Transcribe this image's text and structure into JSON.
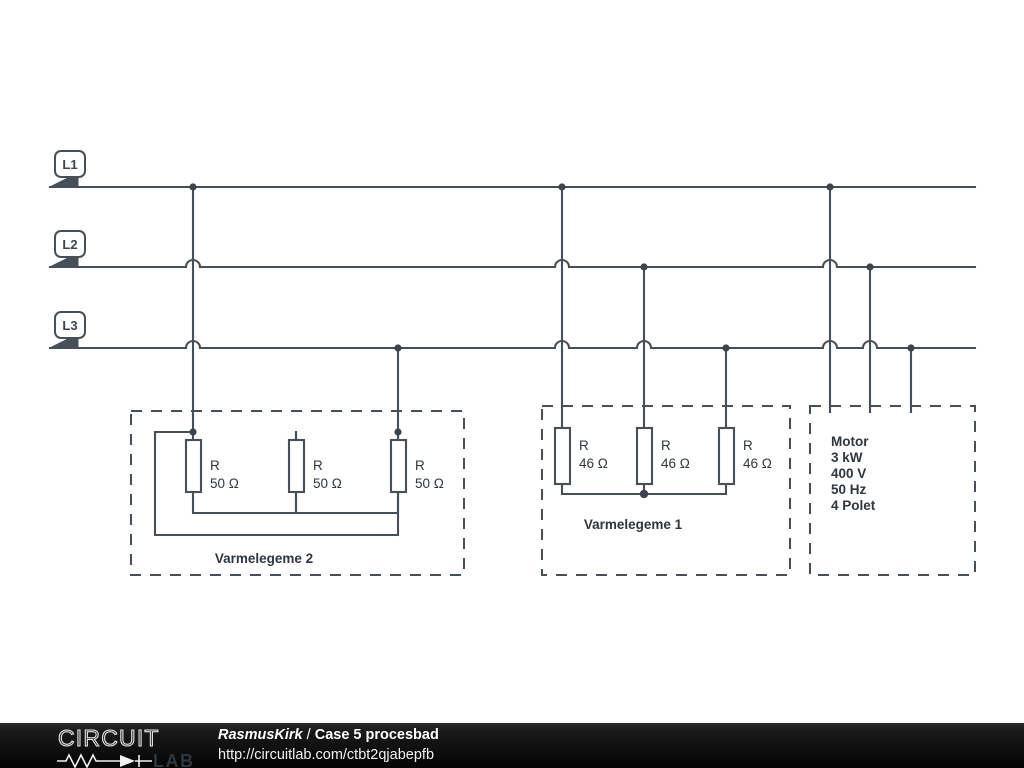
{
  "diagram": {
    "title": "Case 5 procesbad",
    "stroke_color": "#474f58",
    "background": "#ffffff",
    "terminals": [
      {
        "name": "L1",
        "label": "L1"
      },
      {
        "name": "L2",
        "label": "L2"
      },
      {
        "name": "L3",
        "label": "L3"
      }
    ],
    "groups": [
      {
        "id": "varmelegeme2",
        "label": "Varmelegeme 2",
        "connection": "series-loop",
        "components": [
          {
            "ref": "R",
            "value": "50 Ω"
          },
          {
            "ref": "R",
            "value": "50 Ω"
          },
          {
            "ref": "R",
            "value": "50 Ω"
          }
        ]
      },
      {
        "id": "varmelegeme1",
        "label": "Varmelegeme 1",
        "connection": "star",
        "components": [
          {
            "ref": "R",
            "value": "46 Ω"
          },
          {
            "ref": "R",
            "value": "46 Ω"
          },
          {
            "ref": "R",
            "value": "46 Ω"
          }
        ]
      },
      {
        "id": "motor",
        "label": "",
        "connection": "three-phase",
        "spec_lines": [
          "Motor",
          "3 kW",
          "400 V",
          "50 Hz",
          "4 Polet"
        ]
      }
    ]
  },
  "footer": {
    "logo_word1": "CIRCUIT",
    "logo_word2": "LAB",
    "author": "RasmusKirk",
    "separator": " / ",
    "title": "Case 5 procesbad",
    "url": "http://circuitlab.com/ctbt2qjabepfb"
  }
}
